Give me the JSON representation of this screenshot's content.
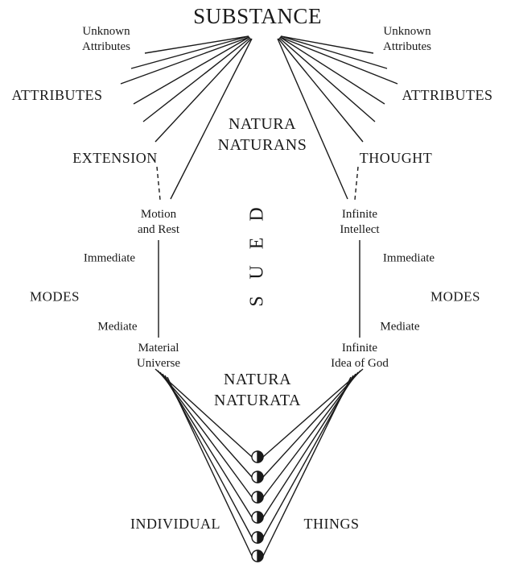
{
  "substance": "SUBSTANCE",
  "left": {
    "unknown_attributes": [
      "Unknown",
      "Attributes"
    ],
    "attributes": "ATTRIBUTES",
    "extension": "EXTENSION",
    "first_mode": [
      "Motion",
      "and Rest"
    ],
    "immediate": "Immediate",
    "modes": "MODES",
    "mediate": "Mediate",
    "last_mode": [
      "Material",
      "Universe"
    ]
  },
  "right": {
    "unknown_attributes": [
      "Unknown",
      "Attributes"
    ],
    "attributes": "ATTRIBUTES",
    "thought": "THOUGHT",
    "first_mode": [
      "Infinite",
      "Intellect"
    ],
    "immediate": "Immediate",
    "modes": "MODES",
    "mediate": "Mediate",
    "last_mode": [
      "Infinite",
      "Idea of God"
    ]
  },
  "center": {
    "natura_naturans": [
      "NATURA",
      "NATURANS"
    ],
    "deus_letters": [
      "D",
      "E",
      "U",
      "S"
    ],
    "natura_naturata": [
      "NATURA",
      "NATURATA"
    ]
  },
  "bottom": {
    "individual": "INDIVIDUAL",
    "things": "THINGS"
  },
  "colors": {
    "ink": "#1a1a1a",
    "background": "#ffffff"
  }
}
